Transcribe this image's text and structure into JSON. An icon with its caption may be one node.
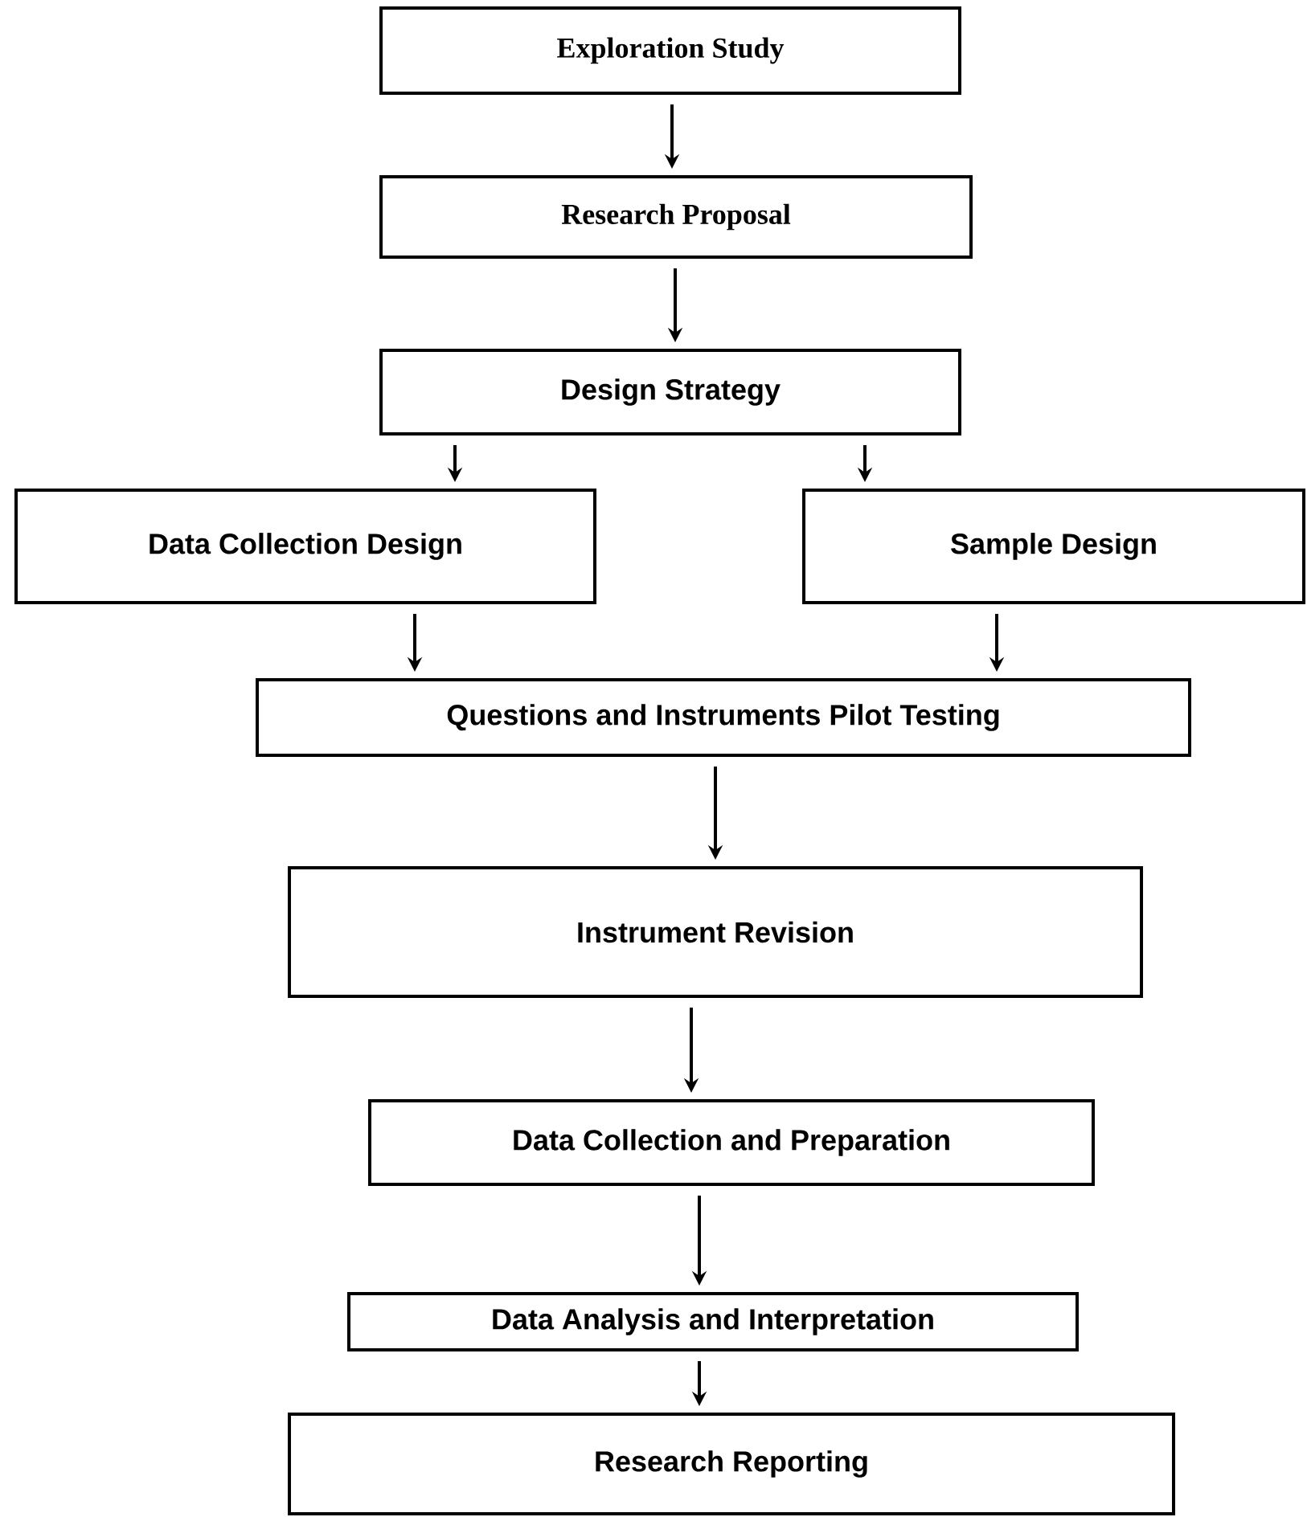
{
  "diagram": {
    "nodes": [
      {
        "text": [
          "Exploration Study"
        ]
      },
      {
        "text": [
          "Research Proposal"
        ]
      },
      {
        "text": [
          "Design Strategy"
        ]
      },
      {
        "text": [
          "Data Collection Design"
        ]
      },
      {
        "text": [
          "Sample Design"
        ]
      },
      {
        "text": [
          "Questions and Instruments Pilot Testing"
        ]
      },
      {
        "text": [
          "Instrument Revision"
        ]
      },
      {
        "text": [
          "Data Collection and Preparation"
        ]
      },
      {
        "text": [
          "Data Analysis and Interpretation"
        ]
      },
      {
        "text": [
          "Research Reporting"
        ]
      }
    ],
    "edges": [
      {
        "from": 0,
        "to": 1,
        "arrow": "to"
      },
      {
        "from": 1,
        "to": 2,
        "arrow": "to"
      },
      {
        "from": 2,
        "to": 3,
        "arrow": "to"
      },
      {
        "from": 2,
        "to": 4,
        "arrow": "to"
      },
      {
        "from": 3,
        "to": 5,
        "arrow": "to"
      },
      {
        "from": 4,
        "to": 5,
        "arrow": "to"
      },
      {
        "from": 5,
        "to": 6,
        "arrow": "to"
      },
      {
        "from": 6,
        "to": 7,
        "arrow": "to"
      },
      {
        "from": 7,
        "to": 8,
        "arrow": "to"
      },
      {
        "from": 8,
        "to": 9,
        "arrow": "to"
      }
    ]
  }
}
